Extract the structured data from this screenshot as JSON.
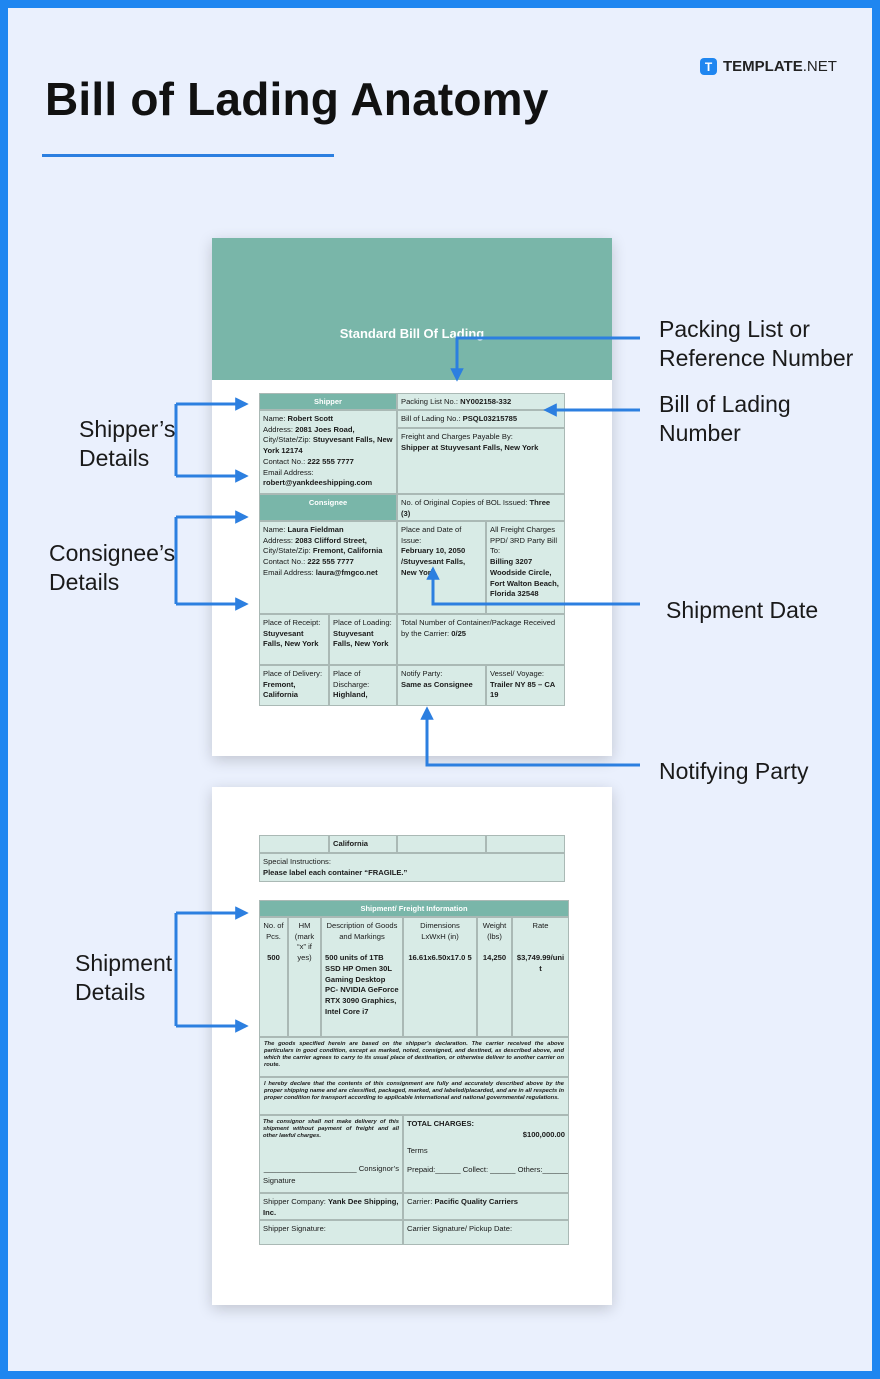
{
  "header": {
    "title": "Bill of Lading Anatomy",
    "brand_mark": "T",
    "brand_bold": "TEMPLATE",
    "brand_suffix": ".NET"
  },
  "colors": {
    "accent": "#1f86f0",
    "teal": "#79b6a9",
    "cell": "#d8ebe6",
    "background": "#eaf0fd"
  },
  "labels": {
    "shipper": [
      "Shipper’s",
      "Details"
    ],
    "consignee": [
      "Consignee’s",
      "Details"
    ],
    "packing": [
      "Packing List or",
      "Reference Number"
    ],
    "bol": [
      "Bill of Lading",
      "Number"
    ],
    "shipment_date": "Shipment Date",
    "notifying": "Notifying Party",
    "shipment": [
      "Shipment",
      "Details"
    ]
  },
  "doc1": {
    "title": "Standard Bill Of Lading",
    "shipper_header": "Shipper",
    "packing_label": "Packing List No.:",
    "packing_value": "NY002158-332",
    "bol_label": "Bill of Lading No.:",
    "bol_value": "PSQL03215785",
    "freight_label": "Freight and Charges Payable By:",
    "freight_value": "Shipper at Stuyvesant Falls, New York",
    "shipper_name_label": "Name:",
    "shipper_name": "Robert Scott",
    "shipper_address_label": "Address:",
    "shipper_address": "2081 Joes Road,",
    "shipper_city_label": "City/State/Zip:",
    "shipper_city": "Stuyvesant Falls, New York 12174",
    "shipper_contact_label": "Contact No.:",
    "shipper_contact": "222 555 7777",
    "shipper_email_label": "Email Address:",
    "shipper_email": "robert@yankdeeshipping.com",
    "consignee_header": "Consignee",
    "copies_label": "No. of Original Copies of BOL Issued:",
    "copies_value": "Three (3)",
    "consignee_name_label": "Name:",
    "consignee_name": "Laura Fieldman",
    "consignee_address_label": "Address:",
    "consignee_address": "2083 Clifford Street,",
    "consignee_city_label": "City/State/Zip:",
    "consignee_city": "Fremont, California",
    "consignee_contact_label": "Contact No.:",
    "consignee_contact": "222 555 7777",
    "consignee_email_label": "Email Address:",
    "consignee_email": "laura@fmgco.net",
    "place_date_label": "Place and Date of Issue:",
    "place_date_value": "February 10, 2050 /Stuyvesant Falls, New York",
    "all_freight_label": "All Freight Charges PPD/ 3RD Party Bill To:",
    "all_freight_value": "Billing 3207 Woodside Circle, Fort Walton Beach, Florida 32548",
    "receipt_label": "Place of Receipt:",
    "receipt_value": "Stuyvesant Falls, New York",
    "loading_label": "Place of Loading:",
    "loading_value": "Stuyvesant Falls, New York",
    "containers_label": "Total Number of Container/Package Received by the Carrier:",
    "containers_value": "0/25",
    "delivery_label": "Place of Delivery:",
    "delivery_value": "Fremont, California",
    "discharge_label": "Place of Discharge:",
    "discharge_value": "Highland,",
    "notify_label": "Notify Party:",
    "notify_value": "Same as Consignee",
    "vessel_label": "Vessel/ Voyage:",
    "vessel_value": "Trailer NY 85 – CA 19"
  },
  "doc2": {
    "california": "California",
    "special_label": "Special Instructions:",
    "special_value": "Please label each container “FRAGILE.”",
    "shipment_header": "Shipment/ Freight Information",
    "columns": [
      "No. of Pcs.",
      "HM (mark “x” if yes)",
      "Description of Goods and Markings",
      "Dimensions LxWxH (in)",
      "Weight (lbs)",
      "Rate"
    ],
    "row": {
      "pcs": "500",
      "hm": "",
      "description": "500 units of 1TB SSD HP Omen 30L Gaming Desktop PC- NVIDIA GeForce RTX 3090 Graphics, Intel Core i7",
      "dimensions": "16.61x6.50x17.0 5",
      "weight": "14,250",
      "rate": "$3,749.99/uni t"
    },
    "declaration1": "The goods specified herein are based on the shipper’s declaration. The carrier received the above particulars in good condition, except as marked, noted, consigned, and destined, as described above, and which the carrier agrees to carry to its usual place of destination, or otherwise deliver to another carrier on route.",
    "declaration2": "I hereby declare that the contents of this consignment are fully and accurately described above by the proper shipping name and are classified, packaged, marked, and labeled/placarded, and are in all respects in proper condition for transport according to applicable international and national governmental regulations.",
    "consignor_note": "The consignor shall not make delivery of this shipment without payment of freight and all other lawful charges.",
    "consignor_line": "______________________ Consignor’s",
    "signature": "Signature",
    "total_label": "TOTAL CHARGES:",
    "total_value": "$100,000.00",
    "terms": "Terms",
    "prepaid": "Prepaid:______ Collect: ______ Others:______",
    "shipper_company_label": "Shipper Company:",
    "shipper_company": "Yank Dee Shipping, Inc.",
    "carrier_label": "Carrier:",
    "carrier_value": "Pacific Quality Carriers",
    "shipper_signature": "Shipper Signature:",
    "carrier_signature": "Carrier Signature/ Pickup Date:"
  }
}
